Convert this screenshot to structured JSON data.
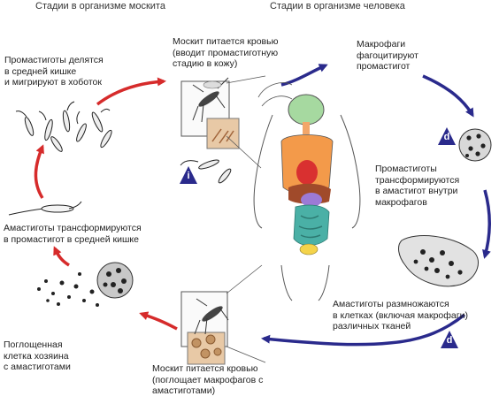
{
  "headers": {
    "mosquito": "Стадии в организме москита",
    "human": "Стадии в организме человека"
  },
  "labels": {
    "mosquito_feeds_inject": "Москит питается кровью\n(вводит промастиготную\nстадию в кожу)",
    "macrophages_phagocytize": "Макрофаги\nфагоцитируют\nпромастигот",
    "promastigotes_transform": "Промастиготы\nтрансформируются\nв амастигот внутри\nмакрофагов",
    "amastigotes_multiply": "Амастиготы размножаются\nв клетках (включая макрофаги)\nразличных тканей",
    "mosquito_feeds_ingest": "Москит питается кровью\n(поглощает макрофагов с\nамастиготами)",
    "ingested_host_cell": "Поглощенная\nклетка хозяина\nс амастиготами",
    "amastigotes_transform": "Амастиготы трансформируются\nв промастигот в средней кишке",
    "promastigotes_divide": "Промастиготы делятся\nв средней кишке\nи мигрируют в хоботок"
  },
  "badges": {
    "infective": "i",
    "diagnostic_top": "d",
    "diagnostic_bottom": "d"
  },
  "colors": {
    "mosquito_arrow": "#d62b2b",
    "human_arrow": "#2a2a8c",
    "badge": "#2a2a8c"
  }
}
